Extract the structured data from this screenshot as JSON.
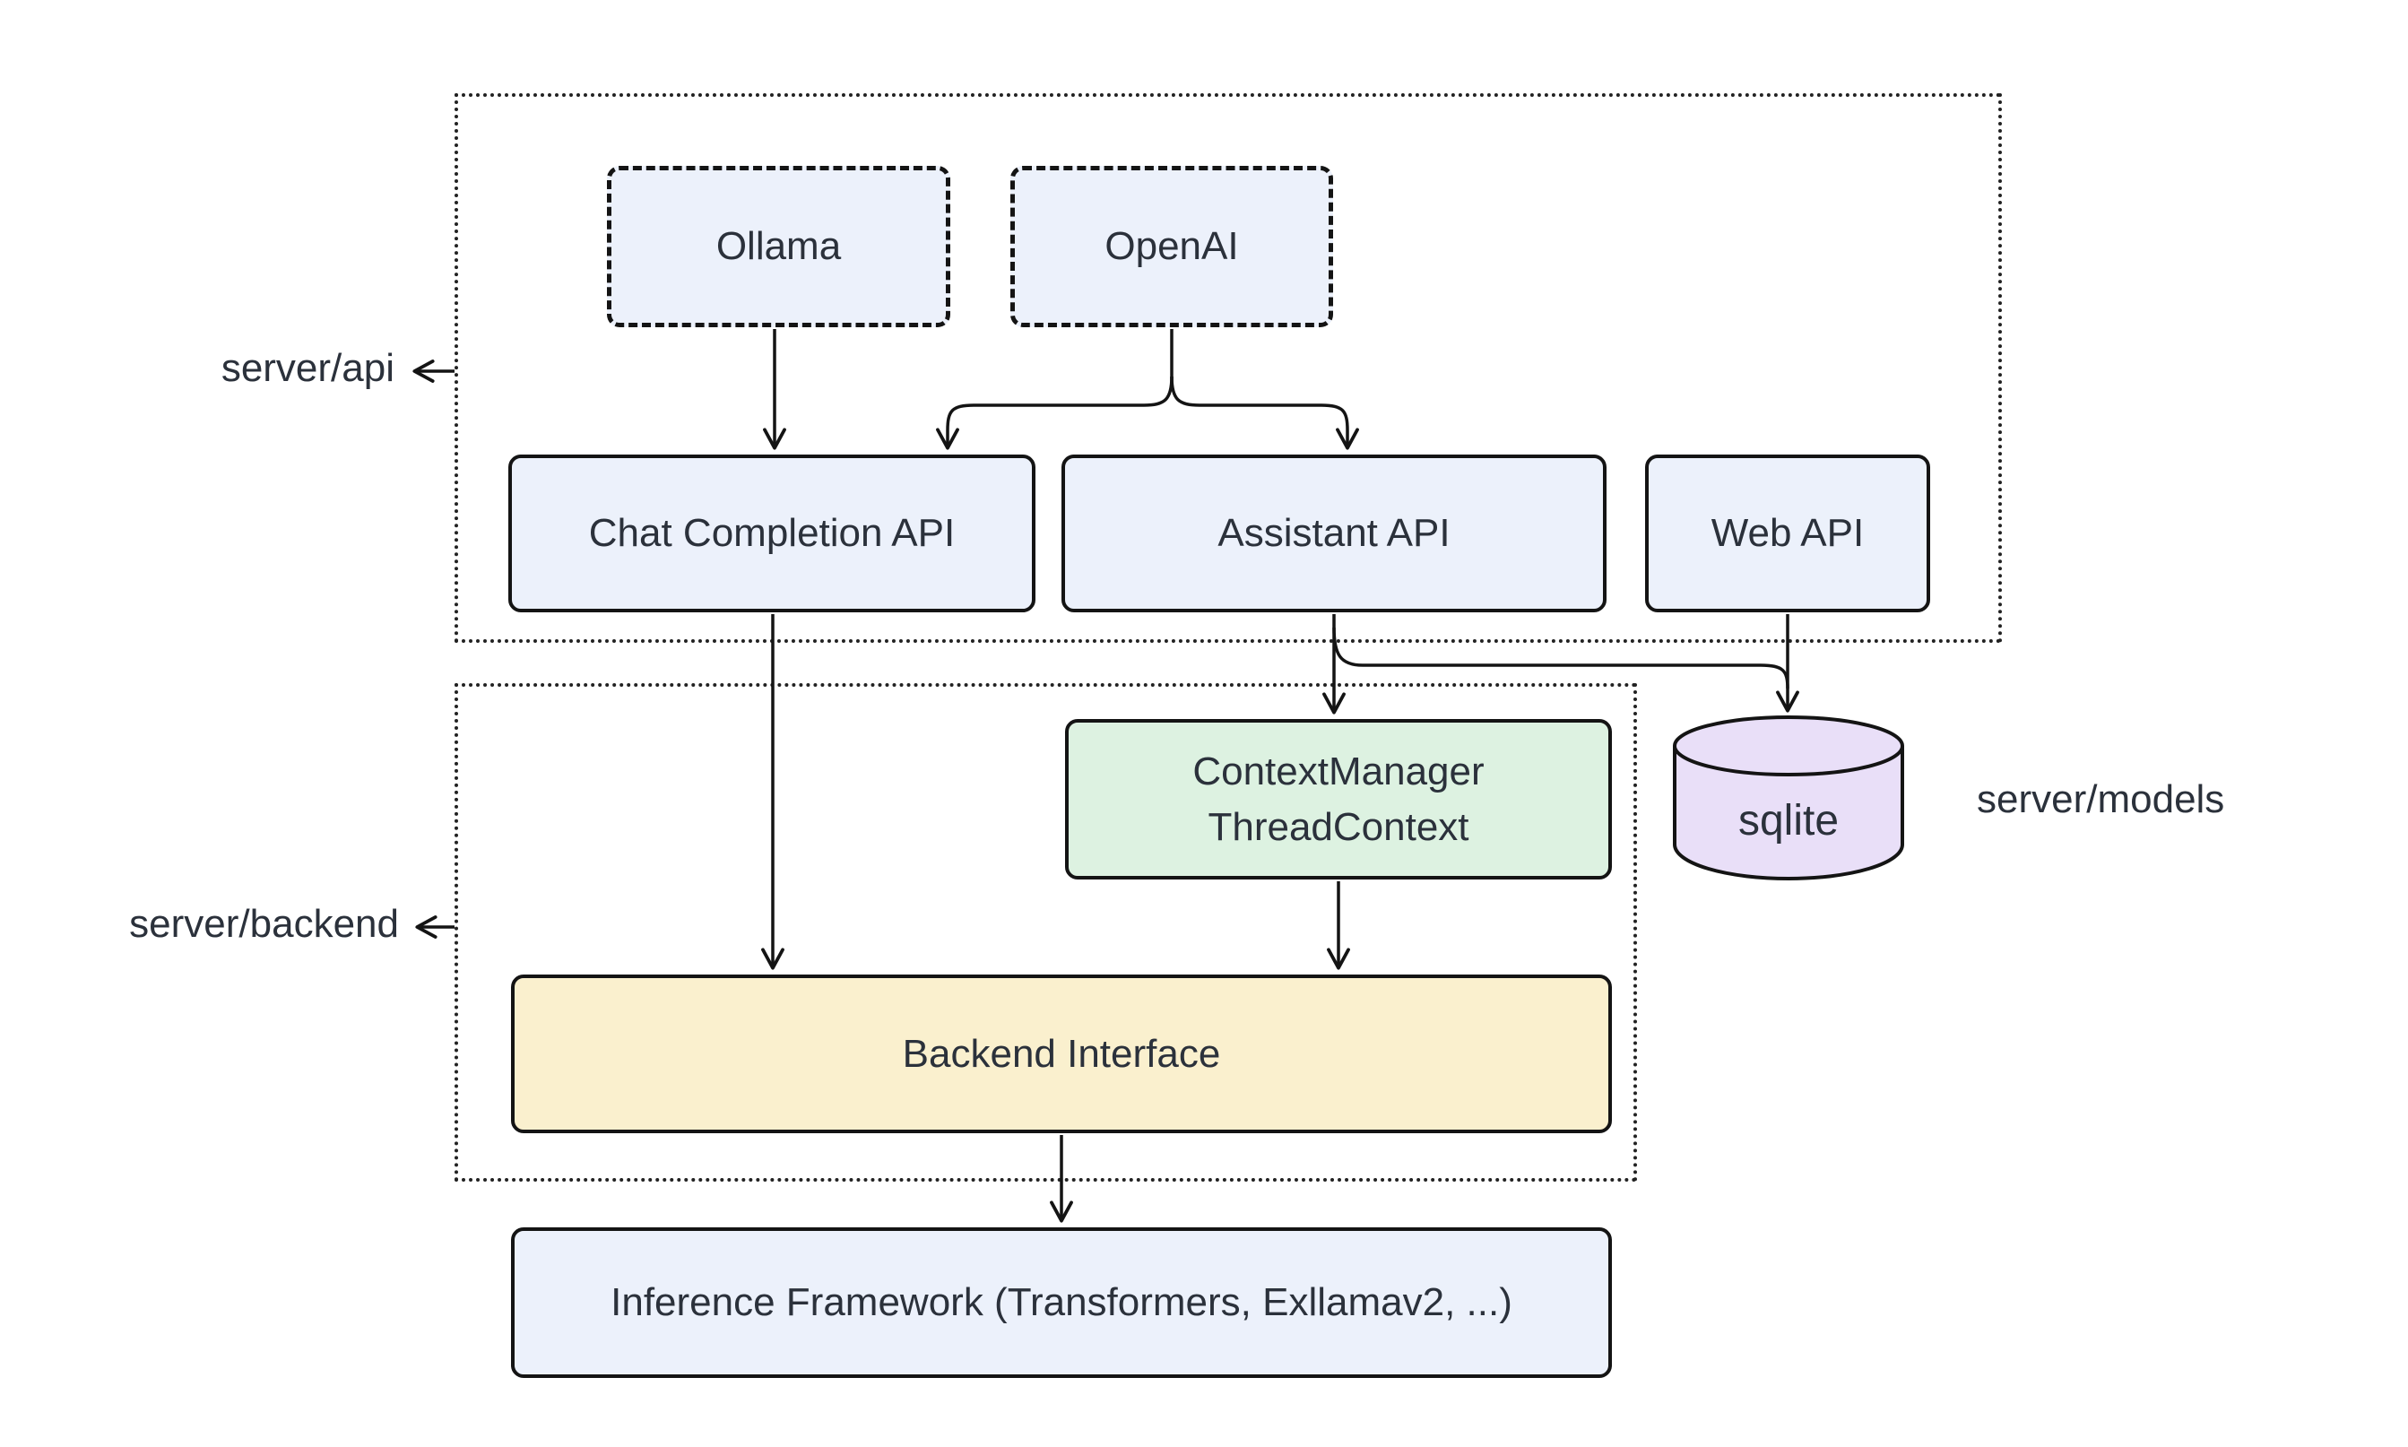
{
  "diagram": {
    "containers": {
      "api": {
        "label": "server/api"
      },
      "backend": {
        "label": "server/backend"
      },
      "models": {
        "label": "server/models"
      }
    },
    "nodes": {
      "ollama": {
        "label": "Ollama"
      },
      "openai": {
        "label": "OpenAI"
      },
      "chat_completion_api": {
        "label": "Chat Completion API"
      },
      "assistant_api": {
        "label": "Assistant API"
      },
      "web_api": {
        "label": "Web API"
      },
      "context_manager": {
        "line1": "ContextManager",
        "line2": "ThreadContext"
      },
      "sqlite": {
        "label": "sqlite"
      },
      "backend_interface": {
        "label": "Backend Interface"
      },
      "inference_framework": {
        "label": "Inference Framework (Transformers, Exllamav2, ...)"
      }
    },
    "edges": [
      {
        "from": "Ollama",
        "to": "Chat Completion API"
      },
      {
        "from": "OpenAI",
        "to": "Chat Completion API"
      },
      {
        "from": "OpenAI",
        "to": "Assistant API"
      },
      {
        "from": "Chat Completion API",
        "to": "Backend Interface"
      },
      {
        "from": "Assistant API",
        "to": "ContextManager ThreadContext"
      },
      {
        "from": "Assistant API",
        "to": "sqlite"
      },
      {
        "from": "Web API",
        "to": "sqlite"
      },
      {
        "from": "ContextManager ThreadContext",
        "to": "Backend Interface"
      },
      {
        "from": "Backend Interface",
        "to": "Inference Framework (Transformers, Exllamav2, ...)"
      }
    ],
    "colors": {
      "node-blue": "#ECF1FB",
      "node-green": "#DDF2E1",
      "node-yellow": "#FAF0CE",
      "node-purple": "#E9DFF8",
      "border": "#141414",
      "text": "#2B313B",
      "container-border": "#222222",
      "bg": "#ffffff"
    }
  }
}
